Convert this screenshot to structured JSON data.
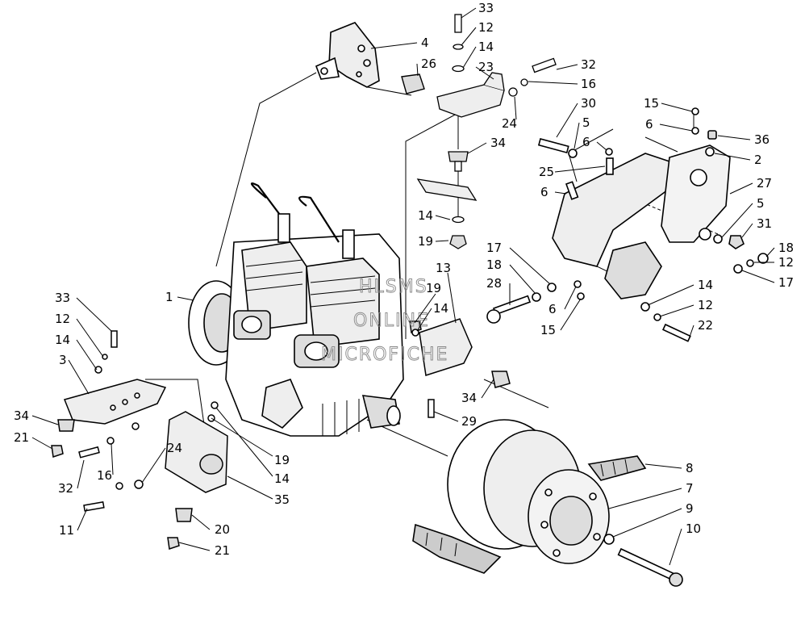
{
  "diagram": {
    "kind": "exploded-parts-diagram",
    "watermark": [
      "HLSMS",
      "ONLINE",
      "MICROFICHE"
    ],
    "callouts": [
      {
        "id": "c-33a",
        "label": "33"
      },
      {
        "id": "c-12a",
        "label": "12"
      },
      {
        "id": "c-14a",
        "label": "14"
      },
      {
        "id": "c-23",
        "label": "23"
      },
      {
        "id": "c-4",
        "label": "4"
      },
      {
        "id": "c-26",
        "label": "26"
      },
      {
        "id": "c-32a",
        "label": "32"
      },
      {
        "id": "c-16a",
        "label": "16"
      },
      {
        "id": "c-24a",
        "label": "24"
      },
      {
        "id": "c-30",
        "label": "30"
      },
      {
        "id": "c-5a",
        "label": "5"
      },
      {
        "id": "c-6a",
        "label": "6"
      },
      {
        "id": "c-15a",
        "label": "15"
      },
      {
        "id": "c-6b",
        "label": "6"
      },
      {
        "id": "c-36",
        "label": "36"
      },
      {
        "id": "c-2",
        "label": "2"
      },
      {
        "id": "c-34a",
        "label": "34"
      },
      {
        "id": "c-25",
        "label": "25"
      },
      {
        "id": "c-6c",
        "label": "6"
      },
      {
        "id": "c-27",
        "label": "27"
      },
      {
        "id": "c-5b",
        "label": "5"
      },
      {
        "id": "c-14b",
        "label": "14"
      },
      {
        "id": "c-19a",
        "label": "19"
      },
      {
        "id": "c-31",
        "label": "31"
      },
      {
        "id": "c-17a",
        "label": "17"
      },
      {
        "id": "c-18a",
        "label": "18"
      },
      {
        "id": "c-18b",
        "label": "18"
      },
      {
        "id": "c-12b",
        "label": "12"
      },
      {
        "id": "c-13",
        "label": "13"
      },
      {
        "id": "c-28",
        "label": "28"
      },
      {
        "id": "c-17b",
        "label": "17"
      },
      {
        "id": "c-19b",
        "label": "19"
      },
      {
        "id": "c-14c",
        "label": "14"
      },
      {
        "id": "c-14d",
        "label": "14"
      },
      {
        "id": "c-6d",
        "label": "6"
      },
      {
        "id": "c-12c",
        "label": "12"
      },
      {
        "id": "c-15b",
        "label": "15"
      },
      {
        "id": "c-22",
        "label": "22"
      },
      {
        "id": "c-1",
        "label": "1"
      },
      {
        "id": "c-33b",
        "label": "33"
      },
      {
        "id": "c-12d",
        "label": "12"
      },
      {
        "id": "c-14e",
        "label": "14"
      },
      {
        "id": "c-3",
        "label": "3"
      },
      {
        "id": "c-34b",
        "label": "34"
      },
      {
        "id": "c-29",
        "label": "29"
      },
      {
        "id": "c-34c",
        "label": "34"
      },
      {
        "id": "c-21a",
        "label": "21"
      },
      {
        "id": "c-24b",
        "label": "24"
      },
      {
        "id": "c-16b",
        "label": "16"
      },
      {
        "id": "c-19c",
        "label": "19"
      },
      {
        "id": "c-32b",
        "label": "32"
      },
      {
        "id": "c-14f",
        "label": "14"
      },
      {
        "id": "c-35",
        "label": "35"
      },
      {
        "id": "c-8",
        "label": "8"
      },
      {
        "id": "c-7",
        "label": "7"
      },
      {
        "id": "c-9",
        "label": "9"
      },
      {
        "id": "c-11",
        "label": "11"
      },
      {
        "id": "c-20",
        "label": "20"
      },
      {
        "id": "c-10",
        "label": "10"
      },
      {
        "id": "c-21b",
        "label": "21"
      }
    ]
  }
}
